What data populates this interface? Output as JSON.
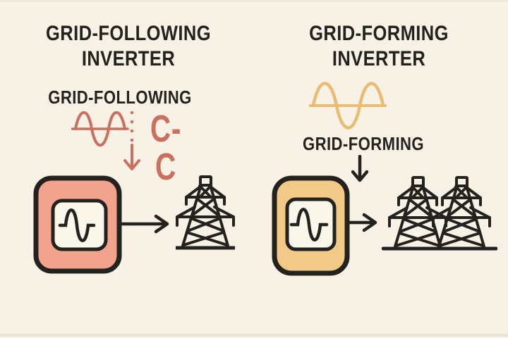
{
  "colors": {
    "background": "#f8f1e5",
    "ink": "#23221f",
    "left_accent": "#c9705f",
    "left_fill": "#f2a38e",
    "right_accent": "#e8bc74",
    "right_fill": "#f2ca87",
    "screen": "#fbf6ea",
    "edge_shadow": "#e3dbcb"
  },
  "left_panel": {
    "title_line1": "GRID-FOLLOWING",
    "title_line2": "INVERTER",
    "signal_label": "GRID-FOLLOWING",
    "coupling_label": "C-C",
    "icons": {
      "wave": "sine-wave-icon",
      "separator": "dotted-separator-icon",
      "down_arrow": "down-arrow-icon",
      "inverter": "inverter-icon",
      "flow_arrow": "right-arrow-icon",
      "grid": "transmission-tower-icon"
    }
  },
  "right_panel": {
    "title_line1": "GRID-FORMING",
    "title_line2": "INVERTER",
    "signal_label": "GRID-FORMING",
    "icons": {
      "wave": "sine-wave-icon",
      "down_arrow": "down-arrow-icon",
      "inverter": "inverter-icon",
      "flow_arrow": "right-arrow-icon",
      "grid": "transmission-towers-icon"
    }
  }
}
